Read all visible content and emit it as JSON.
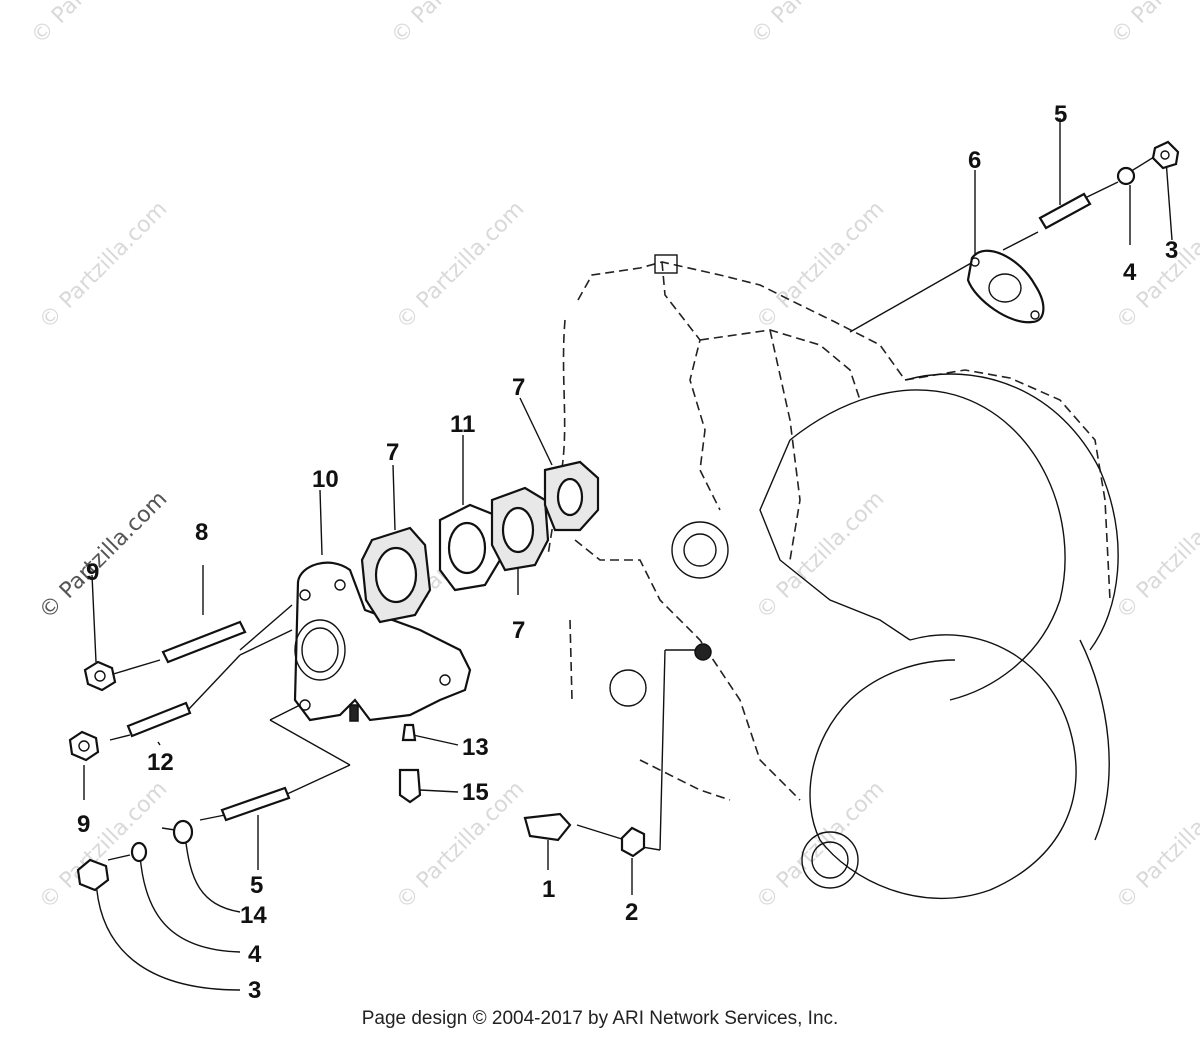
{
  "watermark": "© Partzilla.com",
  "footer": "Page design © 2004-2017 by ARI Network Services, Inc.",
  "callouts": {
    "c5_top": "5",
    "c6": "6",
    "c4_top": "4",
    "c3_top": "3",
    "c7_a": "7",
    "c7_b": "7",
    "c7_c": "7",
    "c11": "11",
    "c10": "10",
    "c8": "8",
    "c9_a": "9",
    "c9_b": "9",
    "c12": "12",
    "c13": "13",
    "c15": "15",
    "c5_bottom": "5",
    "c14": "14",
    "c4_bottom": "4",
    "c3_bottom": "3",
    "c1": "1",
    "c2": "2"
  }
}
